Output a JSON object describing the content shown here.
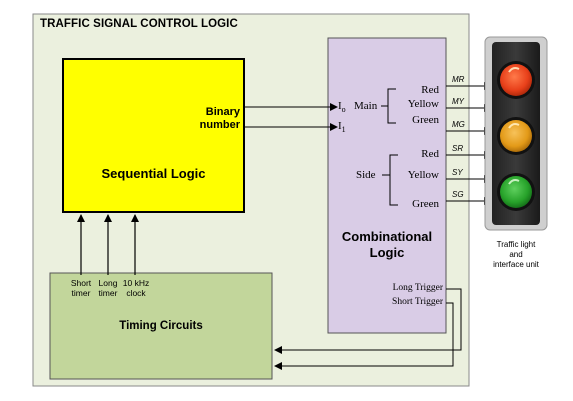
{
  "title": "TRAFFIC SIGNAL CONTROL LOGIC",
  "sequential": {
    "label": "Sequential Logic"
  },
  "binary_label": [
    "Binary",
    "number"
  ],
  "inputs": [
    {
      "letter": "I",
      "sub": "o"
    },
    {
      "letter": "I",
      "sub": "1"
    }
  ],
  "combinational": {
    "label_lines": [
      "Combinational",
      "Logic"
    ],
    "main": {
      "label": "Main",
      "outputs": [
        "Red",
        "Yellow",
        "Green"
      ]
    },
    "side": {
      "label": "Side",
      "outputs": [
        "Red",
        "Yellow",
        "Green"
      ]
    },
    "triggers": [
      "Long Trigger",
      "Short Trigger"
    ]
  },
  "output_signals": [
    "MR",
    "MY",
    "MG",
    "SR",
    "SY",
    "SG"
  ],
  "timing": {
    "label": "Timing Circuits",
    "signals": [
      {
        "lines": [
          "Short",
          "timer"
        ]
      },
      {
        "lines": [
          "Long",
          "timer"
        ]
      },
      {
        "lines": [
          "10 kHz",
          "clock"
        ]
      }
    ]
  },
  "traffic_light": {
    "caption": [
      "Traffic light",
      "and",
      "interface unit"
    ],
    "lamps": [
      {
        "name": "red",
        "color": "#e8401a"
      },
      {
        "name": "yellow",
        "color": "#e39a18"
      },
      {
        "name": "green",
        "color": "#27a22a"
      }
    ]
  },
  "colors": {
    "outer_bg": "#ebf0de",
    "sequential_fill": "#ffff00",
    "combinational_fill": "#d9cce6",
    "timing_fill": "#c2d69b"
  }
}
